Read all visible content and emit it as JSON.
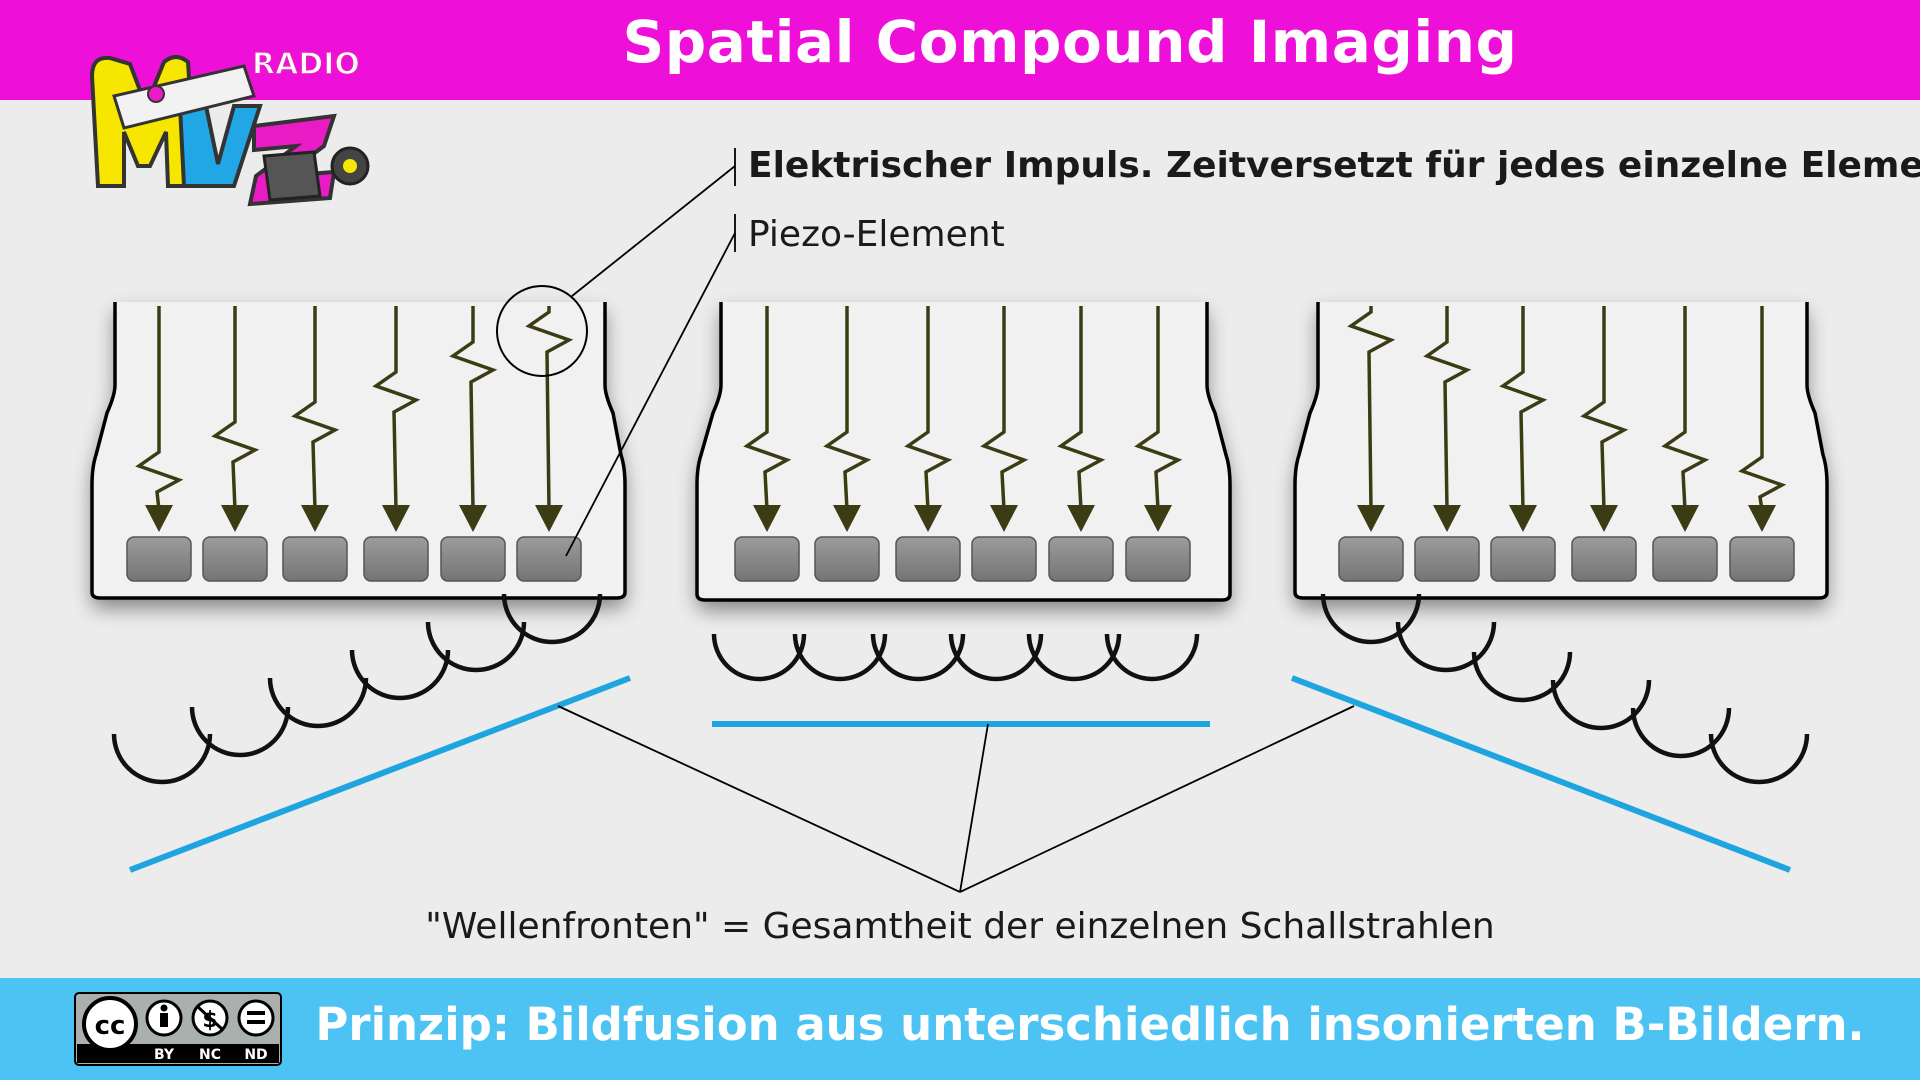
{
  "header": {
    "title": "Spatial Compound Imaging",
    "background_color": "#ee0fd8"
  },
  "logo": {
    "text": "RADIO",
    "icon": "radio-mvz-logo-icon"
  },
  "annotations": {
    "impulse": "Elektrischer Impuls. Zeitversetzt für jedes einzelne Element.",
    "piezo": "Piezo-Element",
    "wavefronts": "\"Wellenfronten\" = Gesamtheit der einzelnen Schallstrahlen"
  },
  "footer": {
    "text": "Prinzip: Bildfusion aus unterschiedlich insonierten B-Bildern.",
    "background_color": "#4cc3f3",
    "license": {
      "icon": "cc-by-nc-nd-icon",
      "labels": [
        "BY",
        "NC",
        "ND"
      ]
    }
  },
  "colors": {
    "arrow": "#3c3c14",
    "element": "#888888",
    "wavefront": "#1ea5e0",
    "wave": "#111111"
  },
  "transducers": [
    {
      "name": "left",
      "element_count": 6,
      "steer": "left"
    },
    {
      "name": "center",
      "element_count": 6,
      "steer": "straight"
    },
    {
      "name": "right",
      "element_count": 6,
      "steer": "right"
    }
  ]
}
